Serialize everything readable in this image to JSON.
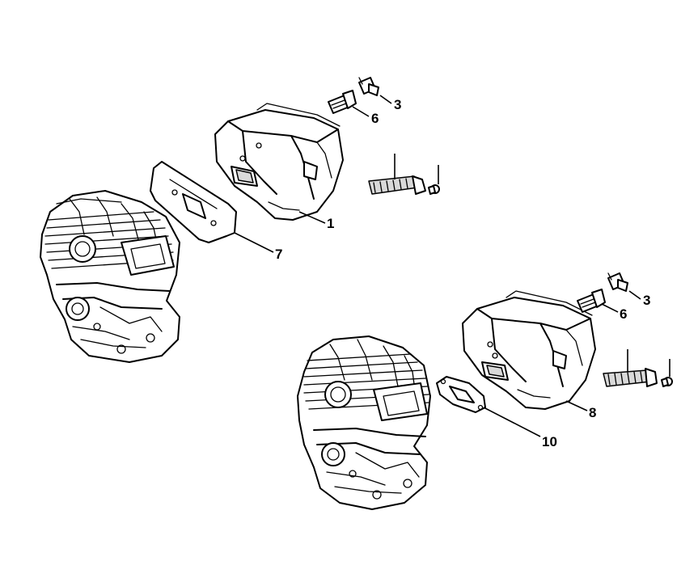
{
  "callouts": {
    "upper_screw_label": "3",
    "upper_bolt_label": "6",
    "upper_muffler_label": "1",
    "upper_gasket_label": "7",
    "lower_screw_label": "3",
    "lower_bolt_label": "6",
    "lower_muffler_label": "8",
    "lower_gasket_label": "10"
  }
}
